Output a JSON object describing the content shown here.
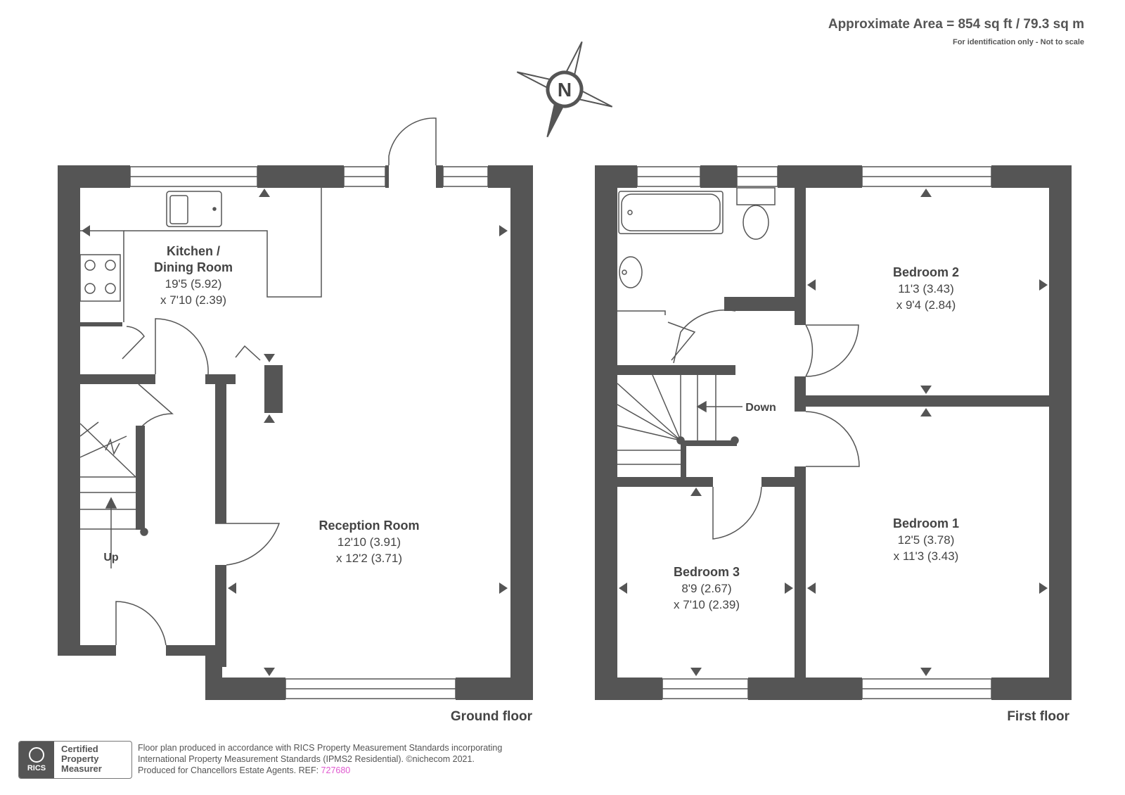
{
  "header": {
    "area": "Approximate Area = 854 sq ft / 79.3 sq m",
    "note": "For identification only - Not to scale"
  },
  "compass": {
    "letter": "N",
    "icon": "compass-north-icon"
  },
  "ground_floor": {
    "label": "Ground floor",
    "rooms": [
      {
        "name": "Kitchen /",
        "name2": "Dining Room",
        "dim1": "19'5 (5.92)",
        "dim2": "x 7'10 (2.39)"
      },
      {
        "name": "Reception Room",
        "dim1": "12'10 (3.91)",
        "dim2": "x 12'2 (3.71)"
      }
    ],
    "stairs_label": "Up"
  },
  "first_floor": {
    "label": "First floor",
    "rooms": [
      {
        "name": "Bedroom 2",
        "dim1": "11'3 (3.43)",
        "dim2": "x 9'4 (2.84)"
      },
      {
        "name": "Bedroom 1",
        "dim1": "12'5 (3.78)",
        "dim2": "x 11'3 (3.43)"
      },
      {
        "name": "Bedroom 3",
        "dim1": "8'9 (2.67)",
        "dim2": "x 7'10 (2.39)"
      }
    ],
    "stairs_label": "Down"
  },
  "footer": {
    "badge_logo": "RICS",
    "badge_lines": [
      "Certified",
      "Property",
      "Measurer"
    ],
    "legal_line1": "Floor plan produced in accordance with RICS Property Measurement Standards incorporating",
    "legal_line2": "International Property Measurement Standards (IPMS2 Residential).   ©nichecom 2021.",
    "legal_line3": "Produced for Chancellors Estate Agents.   REF: ",
    "ref": "727680"
  },
  "colors": {
    "wall": "#555555",
    "text": "#444444",
    "ref": "#e05ad0"
  }
}
